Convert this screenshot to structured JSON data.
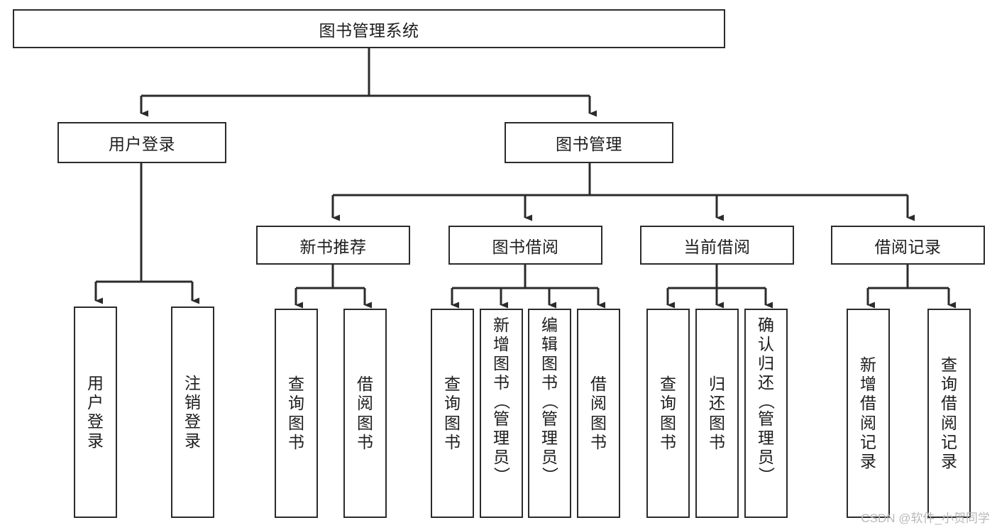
{
  "diagram": {
    "type": "hierarchy-tree",
    "title": "图书管理系统",
    "watermark": "CSDN @软件_小贺同学",
    "colors": {
      "box_border": "#2b2b2b",
      "box_fill": "#ffffff",
      "connector": "#2b2b2b",
      "text": "#1d1d1d",
      "watermark": "#b9b9b9",
      "background": "#ffffff"
    },
    "levels": [
      {
        "level": 1,
        "nodes": [
          {
            "id": "root",
            "label": "图书管理系统",
            "orientation": "horizontal"
          }
        ]
      },
      {
        "level": 2,
        "nodes": [
          {
            "id": "user-login",
            "label": "用户登录",
            "orientation": "horizontal",
            "parent": "root"
          },
          {
            "id": "book-manage",
            "label": "图书管理",
            "orientation": "horizontal",
            "parent": "root"
          }
        ]
      },
      {
        "level": 3,
        "nodes": [
          {
            "id": "new-book-rec",
            "label": "新书推荐",
            "orientation": "horizontal",
            "parent": "book-manage"
          },
          {
            "id": "book-borrow",
            "label": "图书借阅",
            "orientation": "horizontal",
            "parent": "book-manage"
          },
          {
            "id": "current-borrow",
            "label": "当前借阅",
            "orientation": "horizontal",
            "parent": "book-manage"
          },
          {
            "id": "borrow-record",
            "label": "借阅记录",
            "orientation": "horizontal",
            "parent": "book-manage"
          }
        ]
      },
      {
        "level": 4,
        "nodes": [
          {
            "id": "leaf-user-login",
            "label": "用户登录",
            "orientation": "vertical",
            "parent": "user-login",
            "align": "centered"
          },
          {
            "id": "leaf-user-logout",
            "label": "注销登录",
            "orientation": "vertical",
            "parent": "user-login",
            "align": "centered"
          },
          {
            "id": "leaf-rec-query",
            "label": "查询图书",
            "orientation": "vertical",
            "parent": "new-book-rec",
            "align": "centered"
          },
          {
            "id": "leaf-rec-borrow",
            "label": "借阅图书",
            "orientation": "vertical",
            "parent": "new-book-rec",
            "align": "centered"
          },
          {
            "id": "leaf-borrow-query",
            "label": "查询图书",
            "orientation": "vertical",
            "parent": "book-borrow",
            "align": "centered"
          },
          {
            "id": "leaf-borrow-add",
            "label": "新增图书（管理员）",
            "orientation": "vertical",
            "parent": "book-borrow",
            "align": "top"
          },
          {
            "id": "leaf-borrow-edit",
            "label": "编辑图书（管理员）",
            "orientation": "vertical",
            "parent": "book-borrow",
            "align": "top"
          },
          {
            "id": "leaf-borrow-do",
            "label": "借阅图书",
            "orientation": "vertical",
            "parent": "book-borrow",
            "align": "centered"
          },
          {
            "id": "leaf-cur-query",
            "label": "查询图书",
            "orientation": "vertical",
            "parent": "current-borrow",
            "align": "centered"
          },
          {
            "id": "leaf-cur-return",
            "label": "归还图书",
            "orientation": "vertical",
            "parent": "current-borrow",
            "align": "centered"
          },
          {
            "id": "leaf-cur-confirm",
            "label": "确认归还（管理员）",
            "orientation": "vertical",
            "parent": "current-borrow",
            "align": "top"
          },
          {
            "id": "leaf-rec-add",
            "label": "新增借阅记录",
            "orientation": "vertical",
            "parent": "borrow-record",
            "align": "centered"
          },
          {
            "id": "leaf-rec-query2",
            "label": "查询借阅记录",
            "orientation": "vertical",
            "parent": "borrow-record",
            "align": "centered"
          }
        ]
      }
    ]
  }
}
